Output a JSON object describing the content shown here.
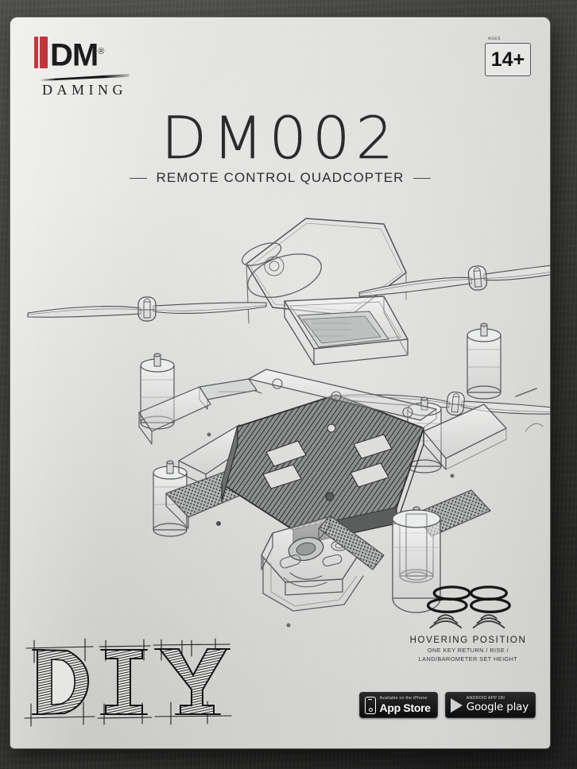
{
  "product_box": {
    "brand": {
      "logo_text": "DM",
      "registered_symbol": "®",
      "company_name": "DAMING"
    },
    "age_badge": {
      "label": "AGES",
      "value": "14+"
    },
    "title": "DM002",
    "subtitle": "REMOTE CONTROL QUADCOPTER",
    "diy_text": "DIY",
    "feature": {
      "title": "HOVERING POSITION",
      "line1": "ONE KEY RETURN / RISE /",
      "line2": "LAND/BAROMETER SET HEIGHT"
    },
    "stores": {
      "app_store": {
        "small": "Available on the iPhone",
        "big": "App Store"
      },
      "google_play": {
        "small": "ANDROID APP ON",
        "big": "Google play"
      }
    },
    "colors": {
      "brand_red": "#c0363c",
      "box_paper": "#e4e5e2",
      "ink": "#2b2b2d",
      "backdrop": "#3a3a38"
    }
  }
}
